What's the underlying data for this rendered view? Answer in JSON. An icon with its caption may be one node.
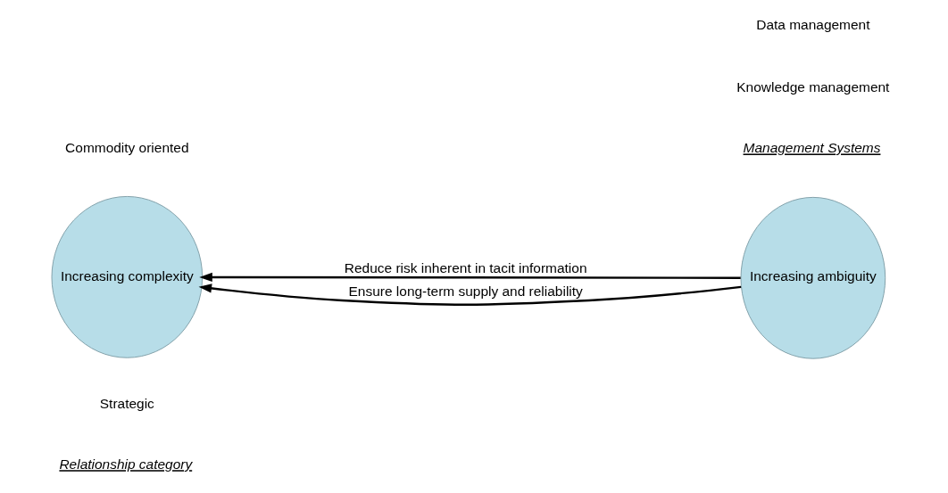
{
  "diagram": {
    "nodes": [
      {
        "text": [
          "Increasing complexity"
        ],
        "beside": [
          "Strategic",
          "Commodity oriented"
        ]
      },
      {
        "text": [
          "Increasing ambiguity"
        ],
        "beside": [
          "Knowledge management",
          "Data management"
        ]
      }
    ],
    "edges": [
      {
        "from": 1,
        "to": 0,
        "arrow": "to",
        "label": "Reduce risk inherent in tacit information"
      },
      {
        "from": 1,
        "to": 0,
        "arrow": "to",
        "label": "Ensure long-term supply and reliability"
      }
    ],
    "labels": [
      "Relationship category",
      "Management Systems"
    ]
  }
}
